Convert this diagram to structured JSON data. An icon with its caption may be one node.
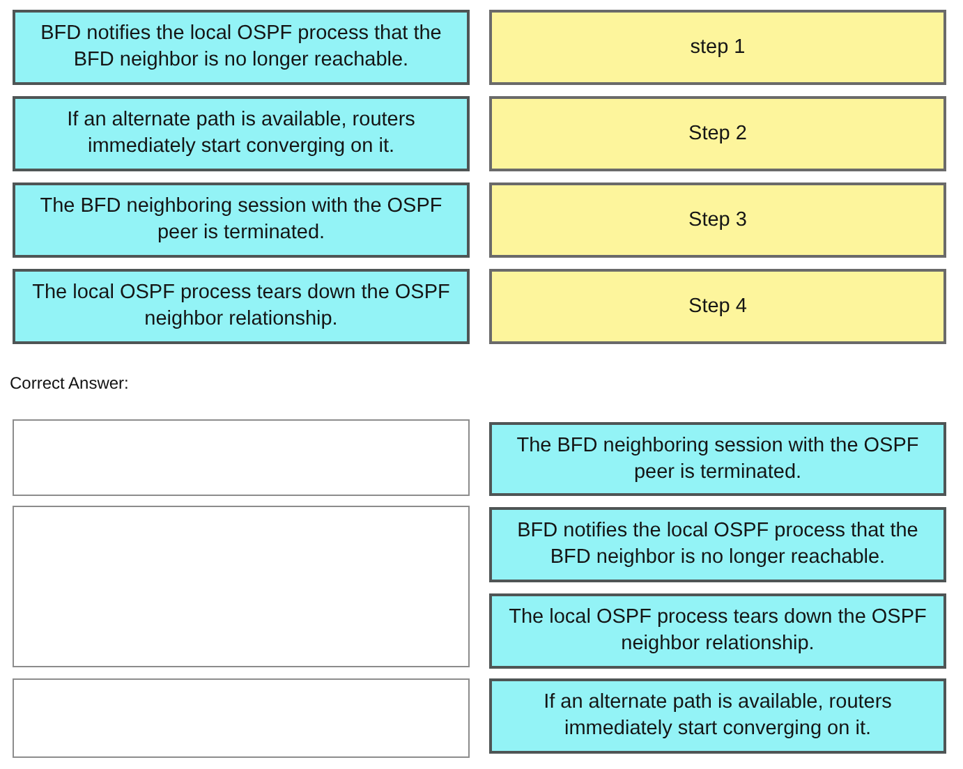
{
  "diagram": {
    "nodes": [
      {
        "text": [
          "BFD notifies the local OSPF process that the BFD neighbor is no longer reachable."
        ]
      },
      {
        "text": [
          "step 1"
        ]
      },
      {
        "text": [
          "If an alternate path is available, routers immediately start converging on it."
        ]
      },
      {
        "text": [
          "Step 2"
        ]
      },
      {
        "text": [
          "The BFD neighboring session with the OSPF peer is terminated."
        ]
      },
      {
        "text": [
          "Step 3"
        ]
      },
      {
        "text": [
          "The local OSPF process tears down the OSPF neighbor relationship."
        ]
      },
      {
        "text": [
          "Step 4"
        ]
      },
      {
        "text": [],
        "shape": "box"
      },
      {
        "text": [
          "The BFD neighboring session with the OSPF peer is terminated."
        ]
      },
      {
        "text": [],
        "shape": "box"
      },
      {
        "text": [
          "BFD notifies the local OSPF process that the BFD neighbor is no longer reachable."
        ]
      },
      {
        "text": [
          "The local OSPF process tears down the OSPF neighbor relationship."
        ]
      },
      {
        "text": [],
        "shape": "box"
      },
      {
        "text": [
          "If an alternate path is available, routers immediately start converging on it."
        ]
      }
    ],
    "labels": [
      "Correct Answer:"
    ]
  }
}
